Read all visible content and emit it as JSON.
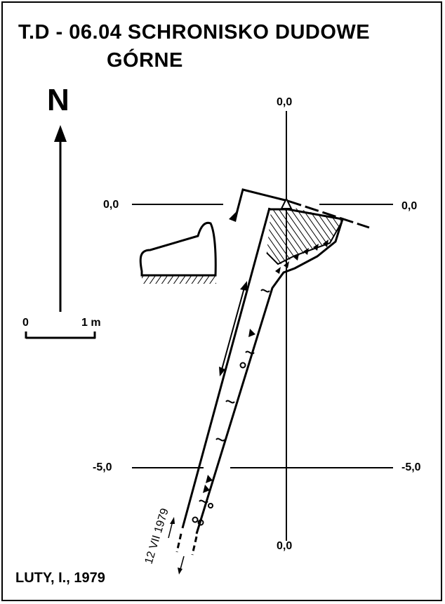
{
  "title_line1": "T.D - 06.04  SCHRONISKO DUDOWE",
  "title_line2": "GÓRNE",
  "north_label": "N",
  "scale": {
    "start": "0",
    "end": "1 m"
  },
  "grid_labels": {
    "top": "0,0",
    "bottom": "0,0",
    "left_zero": "0,0",
    "right_zero": "0,0",
    "left_minus5": "-5,0",
    "right_minus5": "-5,0"
  },
  "survey_date": "12 VII 1979",
  "author": "LUTY, I., 1979",
  "colors": {
    "ink": "#000000",
    "paper": "#ffffff"
  },
  "icons": [
    "north-arrow-icon",
    "datum-triangle-icon",
    "slope-arrow-icon",
    "stone-symbol-icon",
    "clay-symbol-icon"
  ]
}
